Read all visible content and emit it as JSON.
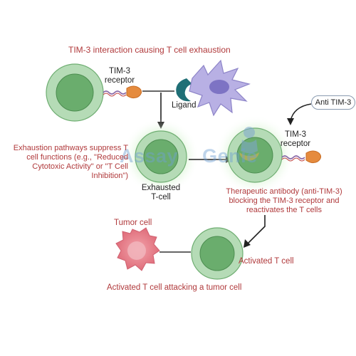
{
  "title": "TIM-3 interaction causing T cell exhaustion",
  "labels": {
    "tim3_receptor_top": [
      "TIM-3",
      "receptor"
    ],
    "ligand": "Ligand",
    "anti_tim3": "Anti TIM-3",
    "tim3_receptor_right": [
      "TIM-3",
      "receptor"
    ],
    "exhaustion_pathways": [
      "Exhaustion pathways  suppress T",
      "cell functions (e.g., \"Reduced",
      "Cytotoxic Activity\" or \"T Cell",
      "Inhibition\")"
    ],
    "exhausted_tcell": [
      "Exhausted",
      "T-cell"
    ],
    "therapeutic_antibody": [
      "Therapeutic antibody (anti-TIM-3)",
      "blocking the TIM-3 receptor and",
      "reactivates the T cells"
    ],
    "tumor_cell": "Tumor cell",
    "activated_tcell": "Activated T cell",
    "attacking": "Activated T cell attacking a tumor cell"
  },
  "watermark": {
    "text_assay": "Assay",
    "text_genie": "Genie",
    "logo_icon": "genie-lamp-icon"
  },
  "colors": {
    "label_red": "#b0393b",
    "cell_light": "#a9d3ac",
    "cell_dark": "#5aa05f",
    "receptor_orange": "#e58b3e",
    "antibody_teal": "#1f6f76",
    "dendritic_purple": "#a89fd8",
    "tumor_pink": "#e97f8a",
    "glow_green": "#9be08f"
  }
}
